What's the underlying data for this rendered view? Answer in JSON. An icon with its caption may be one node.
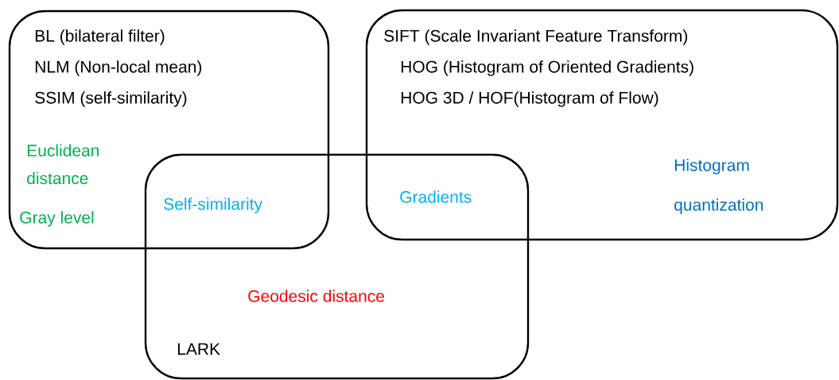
{
  "diagram": {
    "nodes": [
      {
        "text": [
          "BL (bilateral filter)",
          "NLM (Non-local mean)",
          "SSIM (self-similarity)",
          "Euclidean distance",
          "Gray level"
        ]
      },
      {
        "text": [
          "SIFT (Scale Invariant Feature Transform)",
          "HOG (Histogram of Oriented Gradients)",
          "HOG 3D / HOF(Histogram of Flow)",
          "Histogram quantization"
        ]
      },
      {
        "text": [
          "Geodesic distance",
          "LARK"
        ]
      }
    ],
    "labels": [
      "Self-similarity",
      "Gradients"
    ]
  }
}
